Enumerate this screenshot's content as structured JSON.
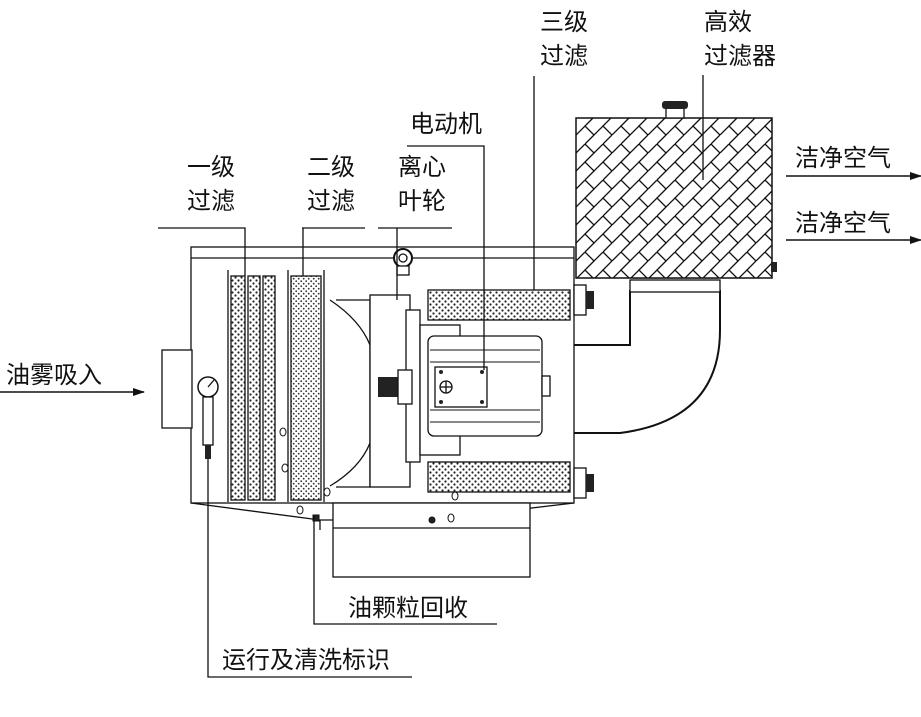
{
  "labels": {
    "stage1": [
      "一级",
      "过滤"
    ],
    "stage2": [
      "二级",
      "过滤"
    ],
    "impeller": [
      "离心",
      "叶轮"
    ],
    "motor": "电动机",
    "stage3": [
      "三级",
      "过滤"
    ],
    "hepa": [
      "高效",
      "过滤器"
    ],
    "clean_air_1": "洁净空气",
    "clean_air_2": "洁净空气",
    "oil_mist_in": "油雾吸入",
    "oil_recovery": "油颗粒回收",
    "run_indicator": "运行及清洗标识"
  }
}
